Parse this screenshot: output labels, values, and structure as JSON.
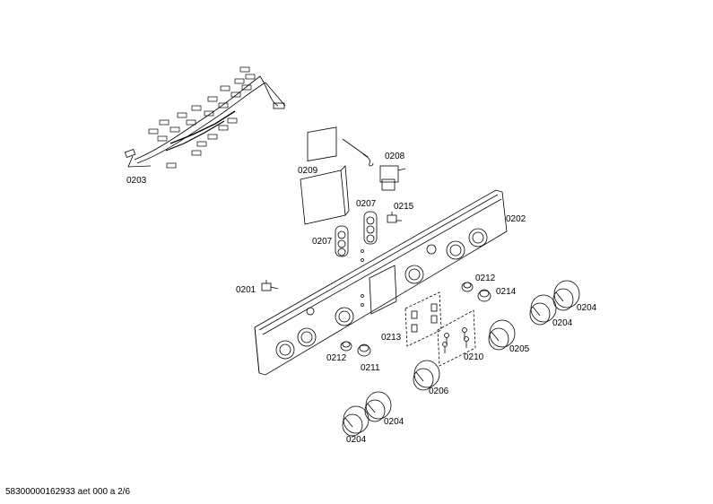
{
  "diagram": {
    "part_labels": {
      "p0201": "0201",
      "p0202": "0202",
      "p0203": "0203",
      "p0204_a": "0204",
      "p0204_b": "0204",
      "p0204_c": "0204",
      "p0204_d": "0204",
      "p0205": "0205",
      "p0206": "0206",
      "p0207_a": "0207",
      "p0207_b": "0207",
      "p0208": "0208",
      "p0209": "0209",
      "p0210": "0210",
      "p0211": "0211",
      "p0212_a": "0212",
      "p0212_b": "0212",
      "p0213": "0213",
      "p0214": "0214",
      "p0215": "0215"
    },
    "footer": "58300000162933 aet 000 a 2/6"
  }
}
